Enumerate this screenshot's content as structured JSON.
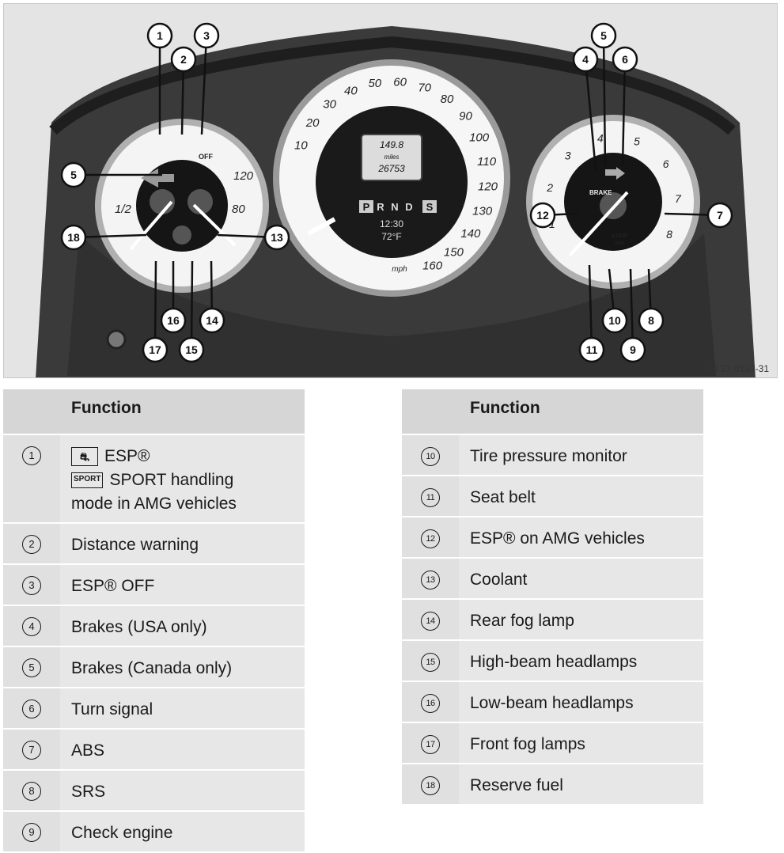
{
  "figure": {
    "code": "P54.32-9182-31",
    "speedometer": {
      "ticks": [
        "10",
        "20",
        "30",
        "40",
        "50",
        "60",
        "70",
        "80",
        "90",
        "100",
        "110",
        "120",
        "130",
        "140",
        "150",
        "160"
      ],
      "unit": "mph",
      "display": {
        "trip": "149.8",
        "miles_label": "miles",
        "odometer": "26753"
      },
      "gears": [
        "P",
        "R",
        "N",
        "D",
        "S"
      ],
      "time": "12:30",
      "temperature": "72°F"
    },
    "left_gauge": {
      "ticks": [
        "120",
        "80",
        "1/2"
      ]
    },
    "right_gauge": {
      "ticks": [
        "1",
        "2",
        "3",
        "4",
        "5",
        "6",
        "7",
        "8"
      ],
      "unit_top": "x1000",
      "unit_bottom": "min",
      "brake_label": "BRAKE"
    },
    "esp_off_label": "OFF",
    "callouts": [
      "1",
      "2",
      "3",
      "4",
      "5",
      "6",
      "7",
      "8",
      "9",
      "10",
      "11",
      "12",
      "13",
      "14",
      "15",
      "16",
      "17",
      "18",
      "5"
    ]
  },
  "left_table": {
    "header": "Function",
    "rows": [
      {
        "num": "1",
        "lines": [
          "ESP®",
          "SPORT handling",
          "mode in AMG vehicles"
        ],
        "sym1": "esp-icon",
        "sym2_text": "SPORT"
      },
      {
        "num": "2",
        "label": "Distance warning"
      },
      {
        "num": "3",
        "label": "ESP® OFF"
      },
      {
        "num": "4",
        "label": "Brakes (USA only)"
      },
      {
        "num": "5",
        "label": "Brakes (Canada only)"
      },
      {
        "num": "6",
        "label": "Turn signal"
      },
      {
        "num": "7",
        "label": "ABS"
      },
      {
        "num": "8",
        "label": "SRS"
      },
      {
        "num": "9",
        "label": "Check engine"
      }
    ]
  },
  "right_table": {
    "header": "Function",
    "rows": [
      {
        "num": "10",
        "label": "Tire pressure monitor"
      },
      {
        "num": "11",
        "label": "Seat belt"
      },
      {
        "num": "12",
        "label": "ESP® on AMG vehicles"
      },
      {
        "num": "13",
        "label": "Coolant"
      },
      {
        "num": "14",
        "label": "Rear fog lamp"
      },
      {
        "num": "15",
        "label": "High-beam headlamps"
      },
      {
        "num": "16",
        "label": "Low-beam headlamps"
      },
      {
        "num": "17",
        "label": "Front fog lamps"
      },
      {
        "num": "18",
        "label": "Reserve fuel"
      }
    ]
  }
}
